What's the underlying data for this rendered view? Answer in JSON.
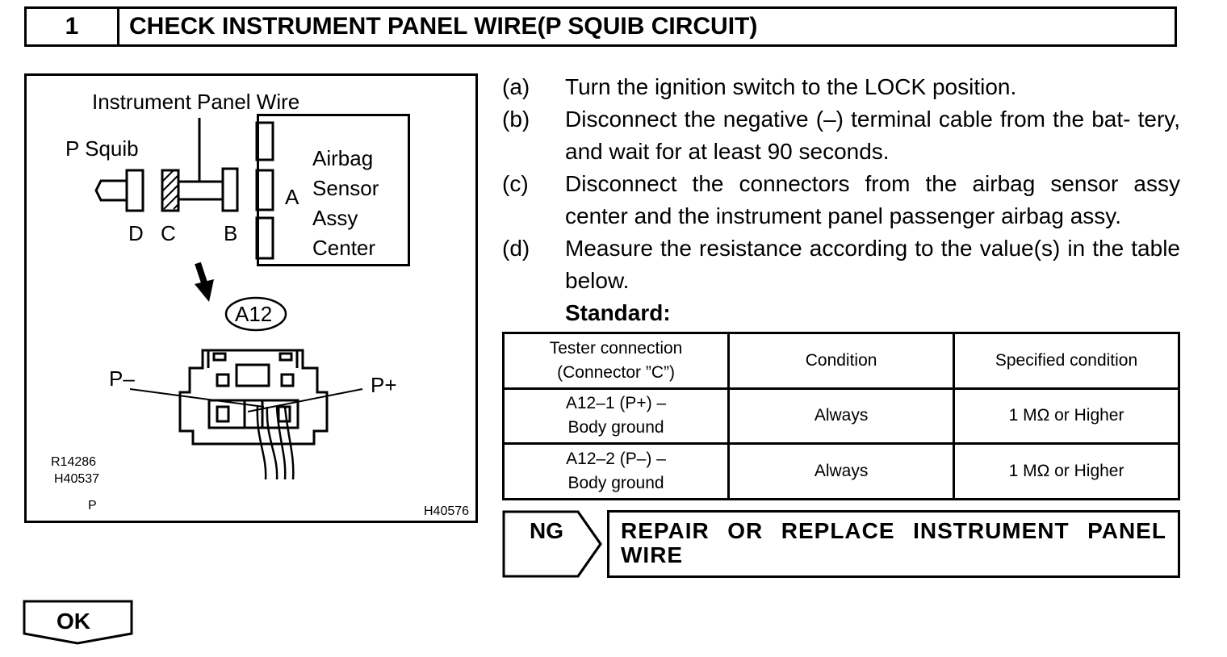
{
  "header": {
    "number": "1",
    "title": "CHECK INSTRUMENT PANEL WIRE(P SQUIB CIRCUIT)"
  },
  "diagram": {
    "instrument_panel_wire": "Instrument Panel Wire",
    "p_squib": "P Squib",
    "airbag_lines": [
      "Airbag",
      "Sensor",
      "Assy",
      "Center"
    ],
    "label_a": "A",
    "label_b": "B",
    "label_c": "C",
    "label_d": "D",
    "connector_id": "A12",
    "p_minus": "P–",
    "p_plus": "P+",
    "codes": [
      "R14286",
      "H40537"
    ],
    "code_p": "P",
    "figure_code": "H40576"
  },
  "steps": [
    {
      "label": "(a)",
      "text": "Turn the ignition switch to the LOCK position."
    },
    {
      "label": "(b)",
      "text": "Disconnect the negative (–) terminal cable from the bat- tery, and wait for at least 90 seconds."
    },
    {
      "label": "(c)",
      "text": "Disconnect the connectors from the airbag sensor assy center and the instrument panel passenger airbag assy."
    },
    {
      "label": "(d)",
      "text": "Measure the resistance according to the value(s) in the table below."
    }
  ],
  "standard_label": "Standard:",
  "table": {
    "headers": [
      "Tester connection",
      "(Connector ”C”)",
      "Condition",
      "Specified condition"
    ],
    "rows": [
      {
        "conn_line1": "A12–1 (P+) –",
        "conn_line2": "Body ground",
        "condition": "Always",
        "specified": "1 MΩ or Higher"
      },
      {
        "conn_line1": "A12–2 (P–) –",
        "conn_line2": "Body ground",
        "condition": "Always",
        "specified": "1 MΩ or Higher"
      }
    ]
  },
  "ng": {
    "label": "NG",
    "action_line1_words": [
      "REPAIR",
      "OR",
      "REPLACE",
      "INSTRUMENT",
      "PANEL"
    ],
    "action_line2": "WIRE"
  },
  "ok": {
    "label": "OK"
  }
}
